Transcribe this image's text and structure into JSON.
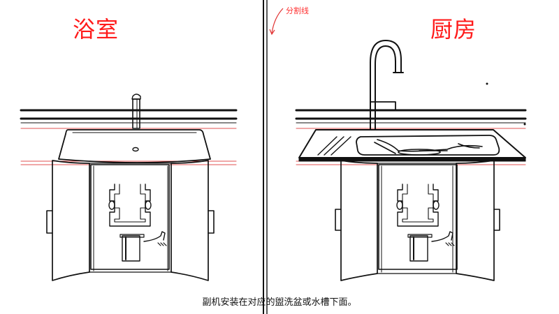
{
  "titles": {
    "left": "浴室",
    "right": "厨房"
  },
  "divider_label": "分割线",
  "caption": "副机安装在对应的盥洗盆或水槽下面。",
  "colors": {
    "accent": "#ff1a1a",
    "line": "#111111",
    "guide": "#e05050"
  }
}
